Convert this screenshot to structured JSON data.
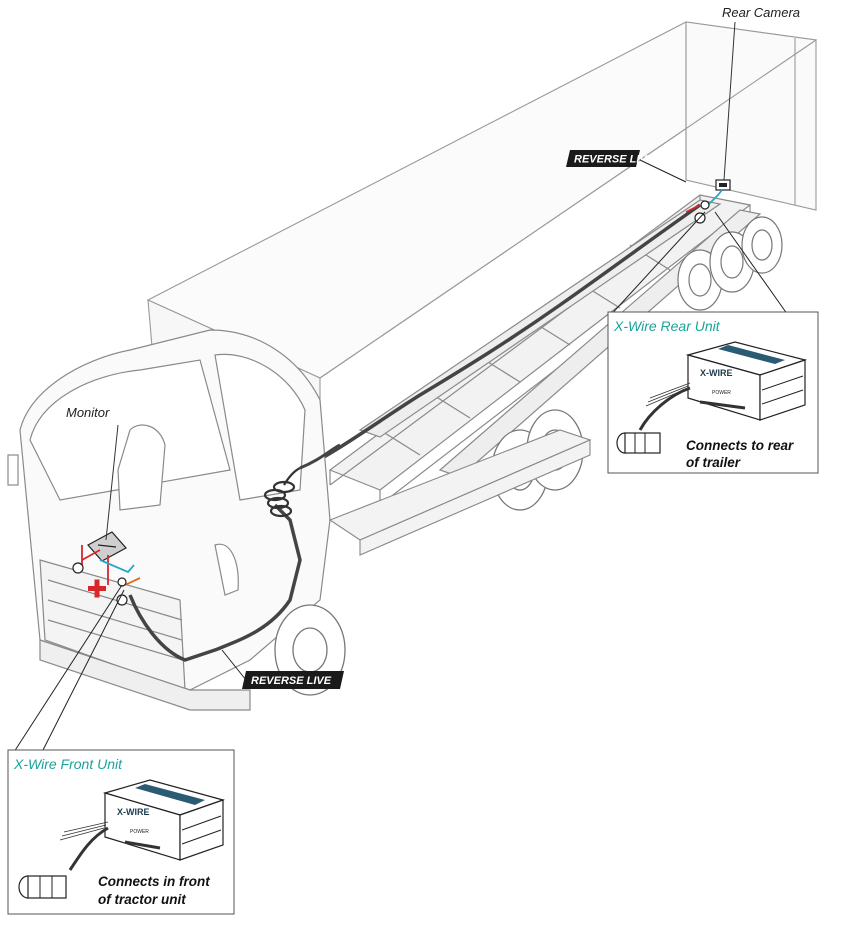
{
  "labels": {
    "rear_camera": "Rear Camera",
    "monitor": "Monitor",
    "reverse_live_top": "REVERSE LIVE",
    "reverse_live_bottom": "REVERSE LIVE"
  },
  "rear_unit": {
    "title": "X-Wire Rear Unit",
    "note_line1": "Connects to rear",
    "note_line2": "of trailer",
    "brand": "X-WIRE",
    "power_label": "POWER"
  },
  "front_unit": {
    "title": "X-Wire Front Unit",
    "note_line1": "Connects in front",
    "note_line2": "of tractor unit",
    "brand": "X-WIRE",
    "power_label": "POWER"
  },
  "colors": {
    "line": "#777777",
    "cable": "#444444",
    "accent": "#1aa39a",
    "wire_red": "#d9262b",
    "wire_blue": "#27a7c9",
    "tag_bg": "#1a1a1a"
  }
}
